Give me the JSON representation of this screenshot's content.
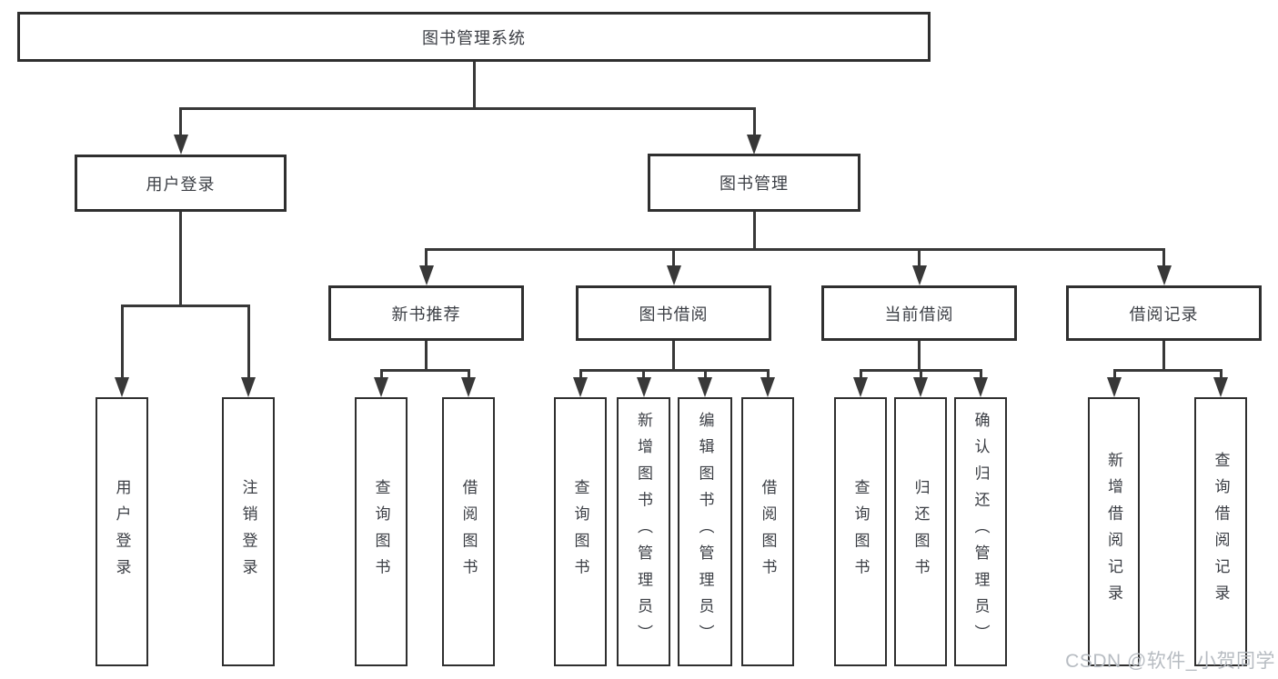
{
  "diagram": {
    "root": {
      "label": "图书管理系统"
    },
    "level2": [
      {
        "label": "用户登录"
      },
      {
        "label": "图书管理"
      }
    ],
    "level3": [
      {
        "label": "新书推荐"
      },
      {
        "label": "图书借阅"
      },
      {
        "label": "当前借阅"
      },
      {
        "label": "借阅记录"
      }
    ],
    "leaves": {
      "user_login": [
        {
          "label": "用户登录"
        },
        {
          "label": "注销登录"
        }
      ],
      "new_book": [
        {
          "label": "查询图书"
        },
        {
          "label": "借阅图书"
        }
      ],
      "book_borrow": [
        {
          "label": "查询图书"
        },
        {
          "label": "新增图书（管理员）"
        },
        {
          "label": "编辑图书（管理员）"
        },
        {
          "label": "借阅图书"
        }
      ],
      "current_borrow": [
        {
          "label": "查询图书"
        },
        {
          "label": "归还图书"
        },
        {
          "label": "确认归还（管理员）"
        }
      ],
      "borrow_record": [
        {
          "label": "新增借阅记录"
        },
        {
          "label": "查询借阅记录"
        }
      ]
    },
    "colors": {
      "line": "#383838",
      "box_border": "#2f2f2f",
      "text": "#3b3e44",
      "background": "#ffffff",
      "watermark": "#b7bcc2"
    }
  },
  "watermark": {
    "text": "CSDN @软件_小贺同学"
  }
}
